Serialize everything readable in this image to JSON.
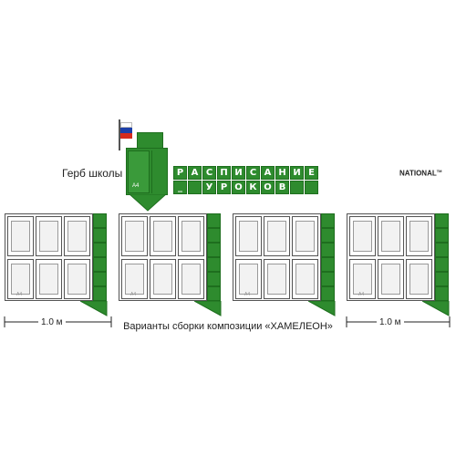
{
  "labels": {
    "emblem": "Герб школы",
    "brand": "NATIONAL",
    "brand_tm": "TM",
    "title_line1": "РАСПИСАНИЕ",
    "title_line2": "УРОКОВ",
    "title_dash": "_",
    "a4": "A4",
    "width_left": "1.0 м",
    "width_right": "1.0 м",
    "caption": "Варианты сборки композиции «ХАМЕЛЕОН»"
  },
  "colors": {
    "green": "#2e8b2e",
    "green_dark": "#1e6e1e",
    "frame": "#555555",
    "pocket_bg": "#f2f2f2",
    "flag_white": "#ffffff",
    "flag_blue": "#1c3fa8",
    "flag_red": "#d52b1e",
    "brand_accent": "#d52b1e"
  },
  "icons": [
    "russian-flag-icon",
    "width-arrow-icon",
    "down-arrow-icon"
  ],
  "assembly_variants": [
    {
      "pocket_columns": 3,
      "pocket_rows": 2,
      "side_tiles": 6
    },
    {
      "pocket_columns": 3,
      "pocket_rows": 2,
      "side_tiles": 6
    },
    {
      "pocket_columns": 3,
      "pocket_rows": 2,
      "side_tiles": 6
    },
    {
      "pocket_columns": 3,
      "pocket_rows": 2,
      "side_tiles": 6
    }
  ]
}
